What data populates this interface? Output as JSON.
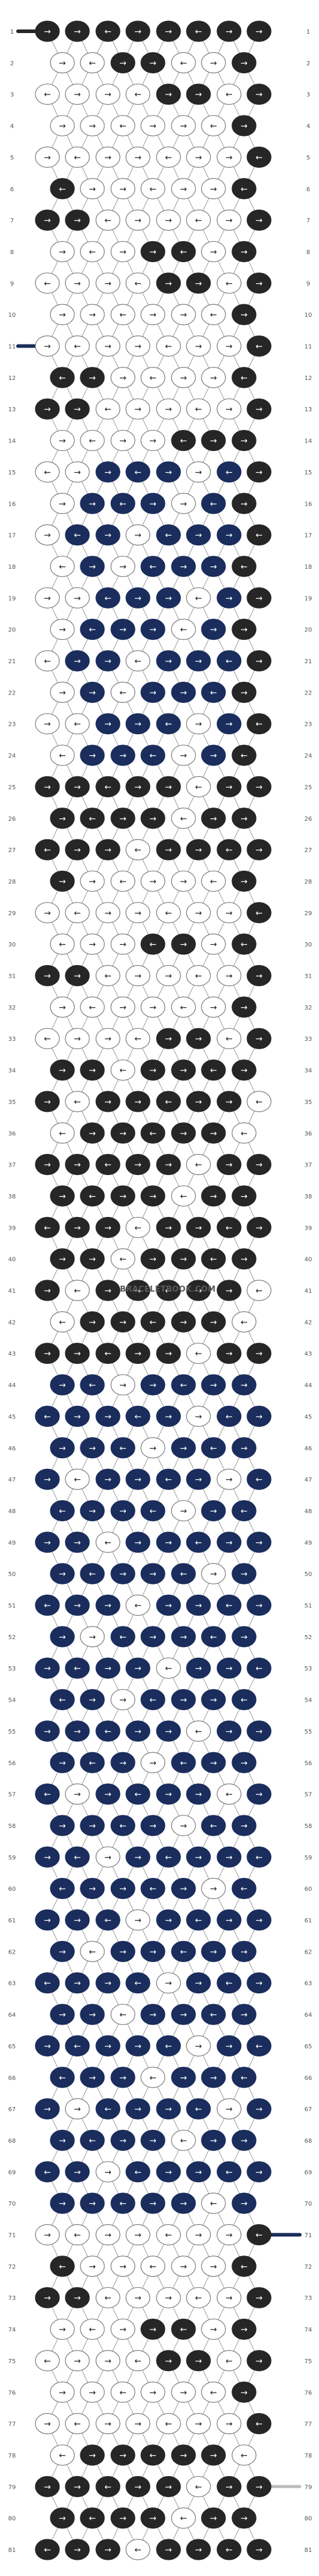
{
  "pattern": {
    "rows": 81,
    "strands": 8,
    "watermark": "BRACELETBOOK.COM",
    "colors": {
      "black": "#262626",
      "navy": "#1a2d5c",
      "white": "#ffffff",
      "outline": "#7a7a7a",
      "row_label": "#555555"
    },
    "strand_colors_start": [
      "black",
      "black",
      "black",
      "black",
      "black",
      "black",
      "black",
      "black"
    ],
    "right_edge_strand": "navy",
    "dark_runs": {
      "note_colors": [
        "black",
        "navy"
      ],
      "row_1": "all-black",
      "rows_2_15": "mixed-black",
      "rows_15_24": "navy-block",
      "rows_25_43": "mixed-black",
      "rows_44_70": "navy-block",
      "rows_71_81": "mixed-black"
    }
  }
}
